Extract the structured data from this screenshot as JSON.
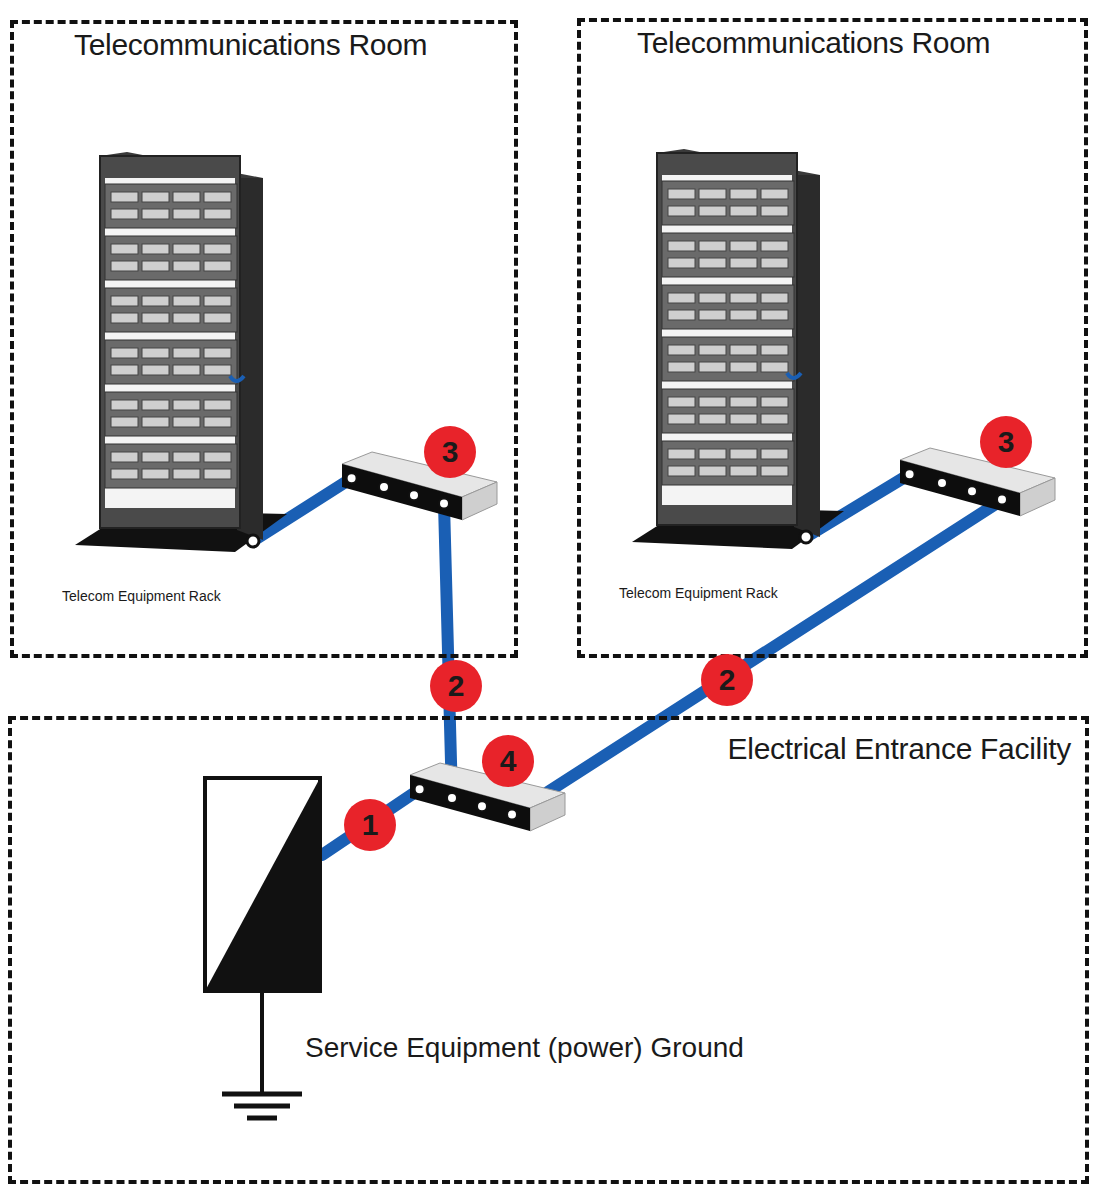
{
  "diagram": {
    "nodes": [
      {
        "text": [
          "Telecommunications Room"
        ]
      },
      {
        "text": [
          "Telecom Equipment Rack"
        ],
        "in": 0
      },
      {
        "text": [
          "3"
        ],
        "in": 0
      },
      {
        "text": [
          "Telecommunications Room"
        ]
      },
      {
        "text": [
          "Telecom Equipment Rack"
        ],
        "in": 3
      },
      {
        "text": [
          "3"
        ],
        "in": 3
      },
      {
        "text": [
          "Electrical Entrance Facility"
        ]
      },
      {
        "text": [
          "Service Equipment (power) Ground"
        ],
        "in": 6
      },
      {
        "text": [
          "4"
        ],
        "in": 6
      }
    ],
    "edges": [
      {
        "from": 1,
        "to": 2,
        "arrow": "none"
      },
      {
        "from": 2,
        "to": 8,
        "label": "2",
        "arrow": "none"
      },
      {
        "from": 4,
        "to": 5,
        "arrow": "none"
      },
      {
        "from": 5,
        "to": 8,
        "label": "2",
        "arrow": "none"
      },
      {
        "from": 7,
        "to": 8,
        "label": "1",
        "arrow": "none"
      }
    ]
  }
}
